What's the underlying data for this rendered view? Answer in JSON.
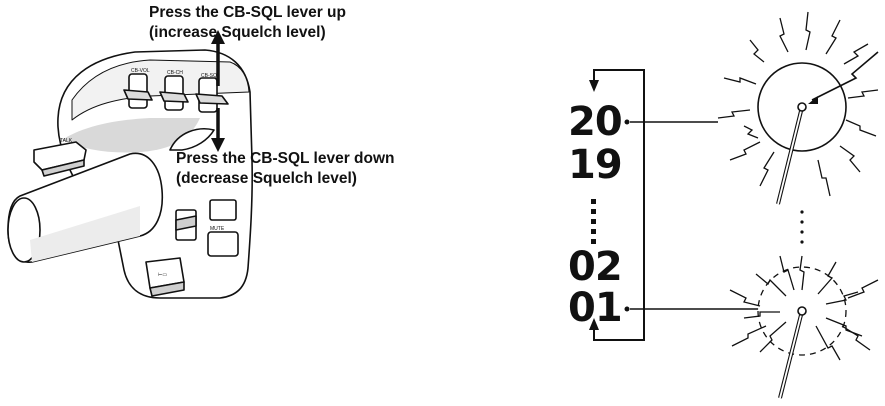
{
  "captions": {
    "lever_up": {
      "line1": "Press the CB-SQL lever up",
      "line2": "(increase Squelch level)"
    },
    "lever_down": {
      "line1": "Press the CB-SQL lever down",
      "line2": "(decrease Squelch level)"
    }
  },
  "switch_labels": {
    "cb_vol": "CB-VOL",
    "cb_ch": "CB-CH",
    "cb_sql": "CB-SQL",
    "talk": "TALK",
    "mute": "MUTE"
  },
  "squelch_levels": {
    "highest": "20",
    "next": "19",
    "low": "02",
    "lowest": "01"
  },
  "colors": {
    "ink": "#111111",
    "background": "#ffffff",
    "shading": "#d9d9d9"
  }
}
